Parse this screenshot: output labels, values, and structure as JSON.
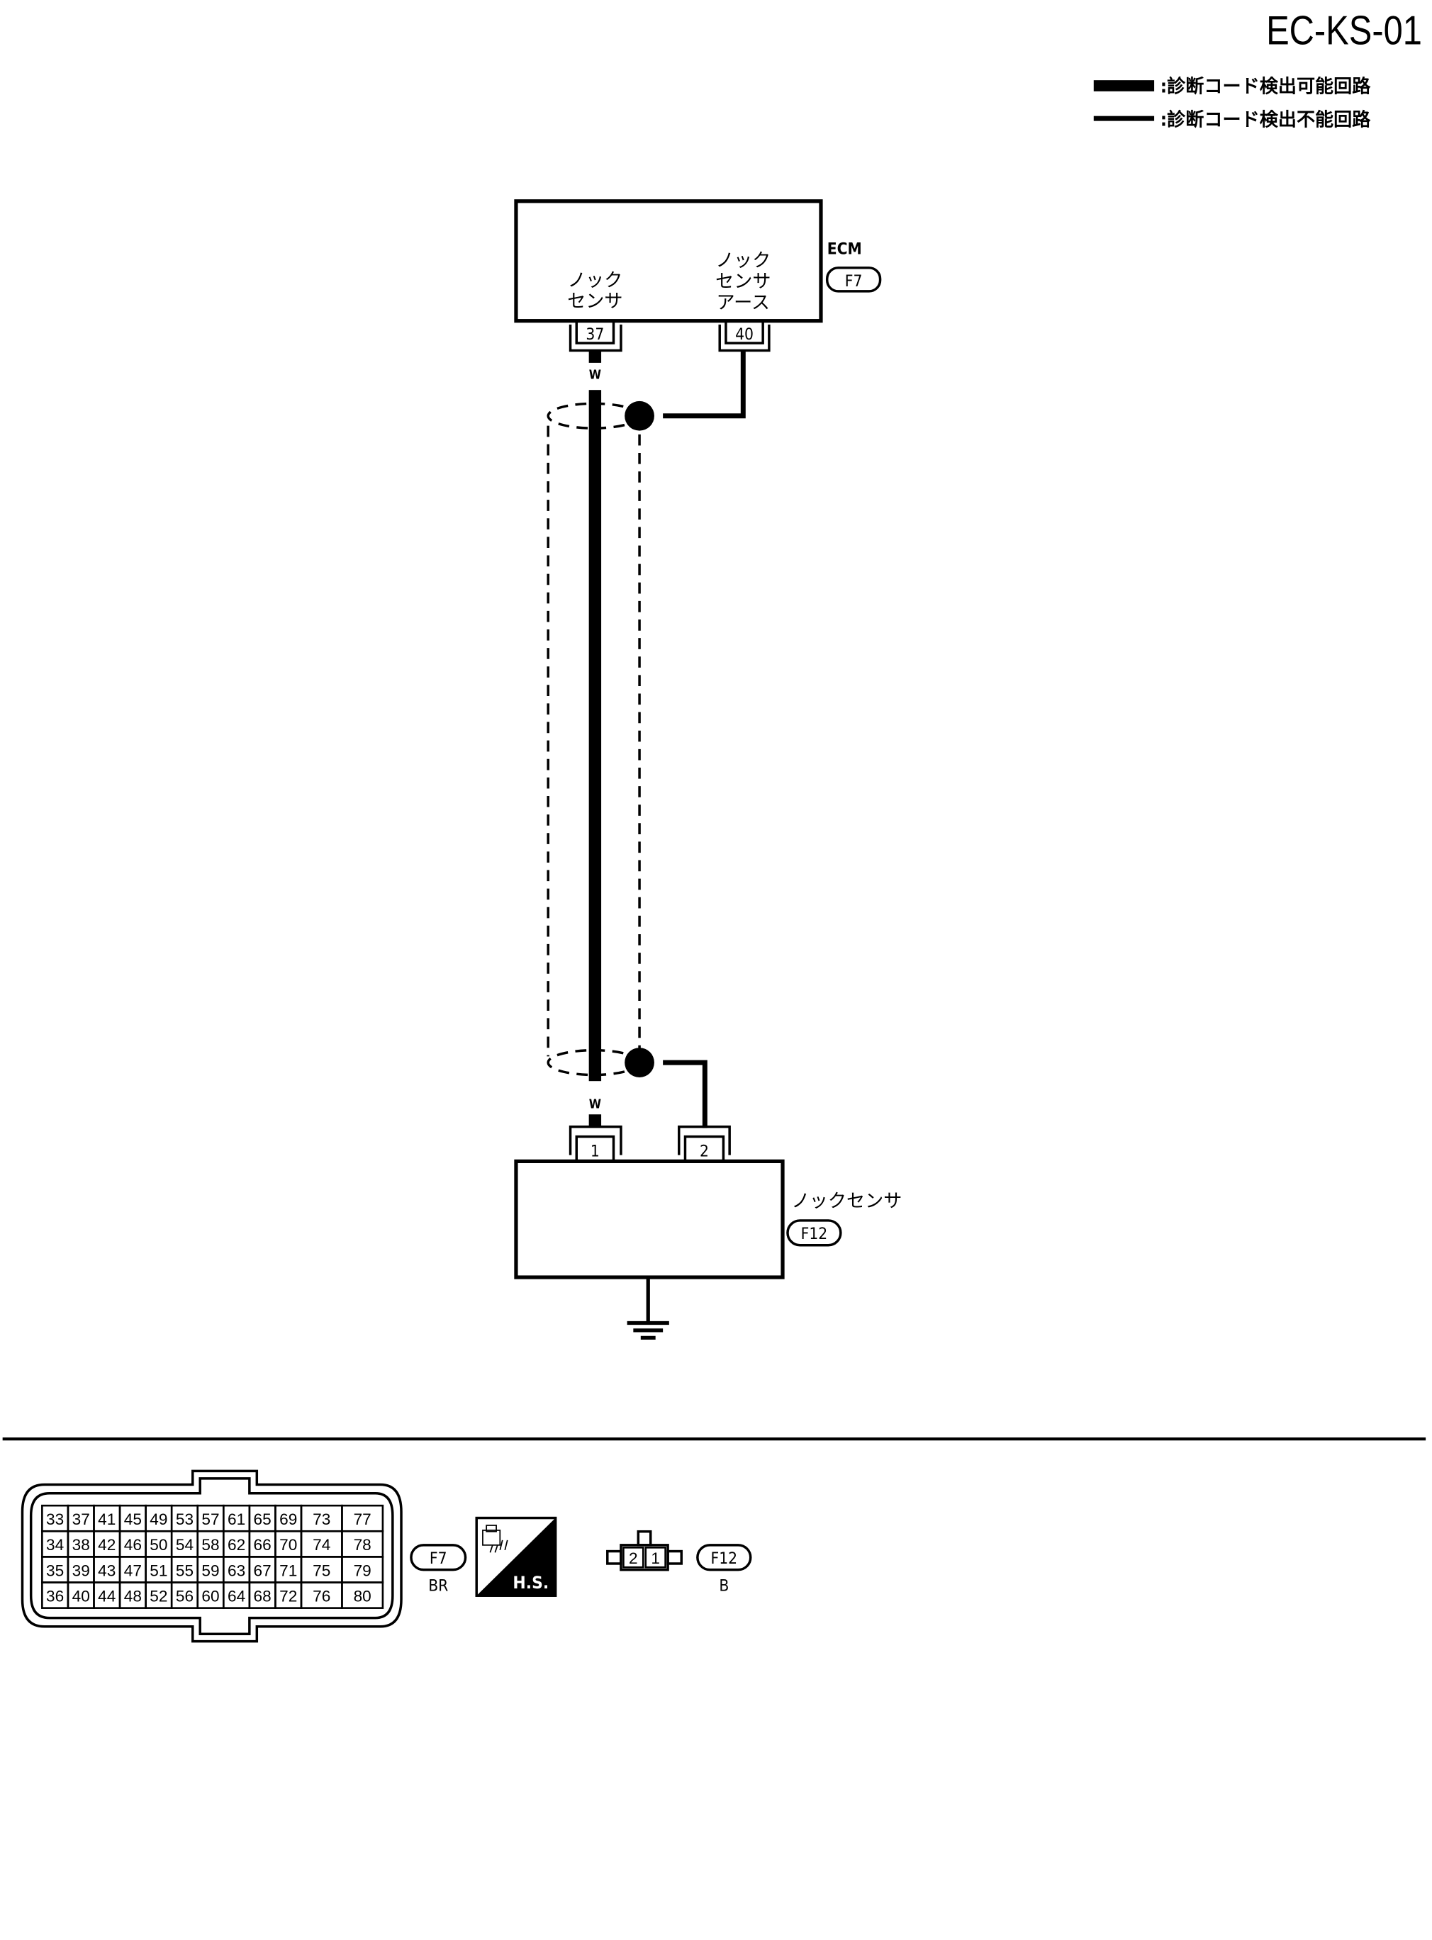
{
  "page_id": "EC-KS-01",
  "legend": [
    {
      "label": ":診断コード検出可能回路",
      "line": "thick"
    },
    {
      "label": ":診断コード検出不能回路",
      "line": "thin"
    }
  ],
  "ecm": {
    "name": "ECM",
    "connector": "F7",
    "terminals": [
      {
        "pin": "37",
        "label_lines": [
          "ノック",
          "センサ"
        ],
        "wire_color": "W"
      },
      {
        "pin": "40",
        "label_lines": [
          "ノック",
          "センサ",
          "アース"
        ]
      }
    ]
  },
  "knock_sensor": {
    "name": "ノックセンサ",
    "connector": "F12",
    "terminals": [
      {
        "pin": "1",
        "wire_color": "W"
      },
      {
        "pin": "2"
      }
    ]
  },
  "connector_views": {
    "f7": {
      "id": "F7",
      "color": "BR",
      "rows": [
        [
          "33",
          "37",
          "41",
          "45",
          "49",
          "53",
          "57",
          "61",
          "65",
          "69",
          "73",
          "77"
        ],
        [
          "34",
          "38",
          "42",
          "46",
          "50",
          "54",
          "58",
          "62",
          "66",
          "70",
          "74",
          "78"
        ],
        [
          "35",
          "39",
          "43",
          "47",
          "51",
          "55",
          "59",
          "63",
          "67",
          "71",
          "75",
          "79"
        ],
        [
          "36",
          "40",
          "44",
          "48",
          "52",
          "56",
          "60",
          "64",
          "68",
          "72",
          "76",
          "80"
        ]
      ]
    },
    "hs_icon": "H.S.",
    "f12": {
      "id": "F12",
      "color": "B",
      "pins": [
        "2",
        "1"
      ]
    }
  }
}
